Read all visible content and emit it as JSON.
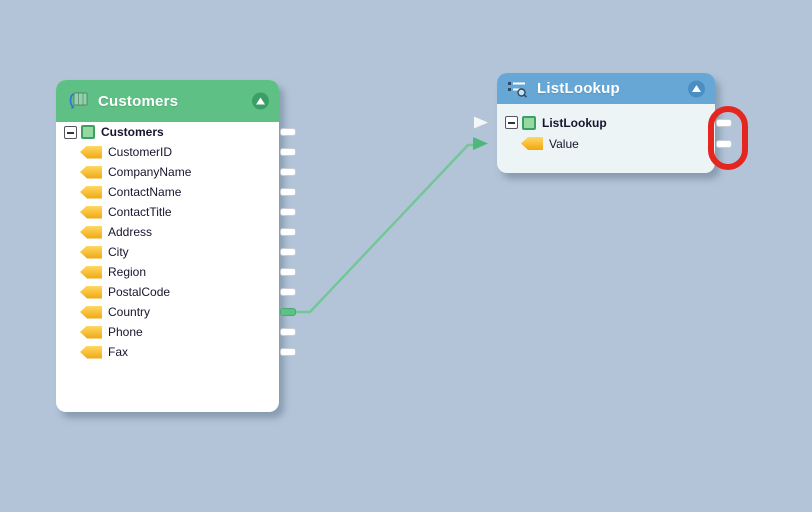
{
  "canvas": {
    "background_color": "#b3c4d8"
  },
  "customers_component": {
    "title": "Customers",
    "header_color": "#5ec085",
    "collapse_button_color": "#3a9e67",
    "root": {
      "label": "Customers"
    },
    "fields": [
      {
        "label": "CustomerID"
      },
      {
        "label": "CompanyName"
      },
      {
        "label": "ContactName"
      },
      {
        "label": "ContactTitle"
      },
      {
        "label": "Address"
      },
      {
        "label": "City"
      },
      {
        "label": "Region"
      },
      {
        "label": "PostalCode"
      },
      {
        "label": "Country",
        "connected": true
      },
      {
        "label": "Phone"
      },
      {
        "label": "Fax"
      }
    ]
  },
  "listlookup_component": {
    "title": "ListLookup",
    "header_color": "#66a7d6",
    "collapse_button_color": "#4a8ec4",
    "root": {
      "label": "ListLookup"
    },
    "fields": [
      {
        "label": "Value",
        "connected": true
      }
    ]
  },
  "connection": {
    "from_field": "Country",
    "to_field": "Value",
    "color": "#72c795"
  },
  "annotation": {
    "type": "red-highlight-ellipse",
    "color": "#e52520",
    "highlights": "listlookup-output-connectors"
  }
}
